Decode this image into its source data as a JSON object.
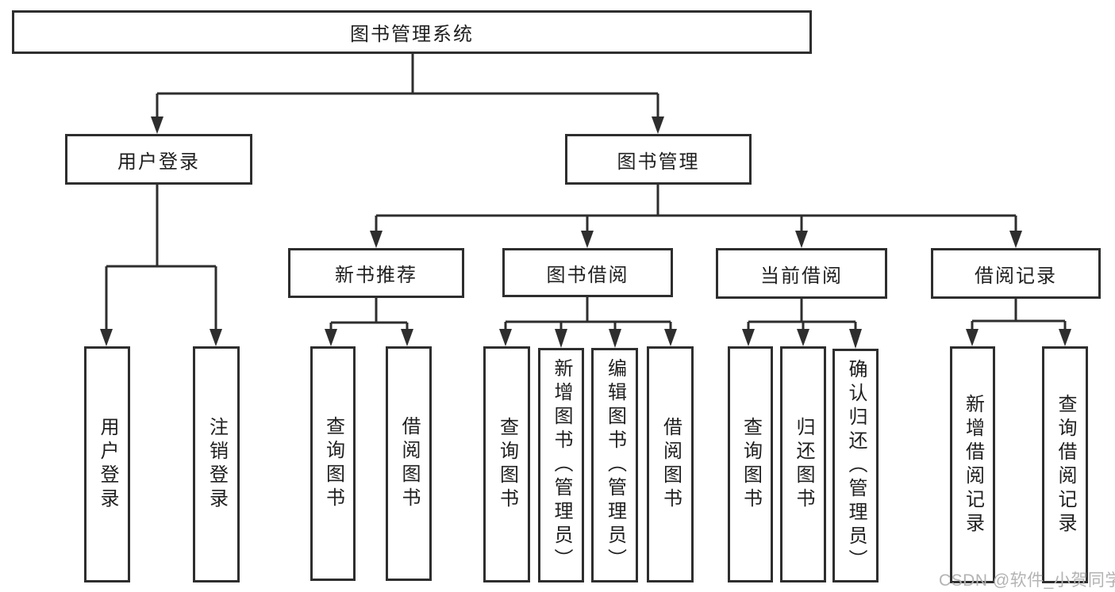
{
  "diagram": {
    "root": "图书管理系统",
    "branches": [
      {
        "label": "用户登录",
        "children": [
          "用户登录",
          "注销登录"
        ]
      },
      {
        "label": "图书管理",
        "children": [
          {
            "label": "新书推荐",
            "children": [
              "查询图书",
              "借阅图书"
            ]
          },
          {
            "label": "图书借阅",
            "children": [
              "查询图书",
              "新增图书（管理员）",
              "编辑图书（管理员）",
              "借阅图书"
            ]
          },
          {
            "label": "当前借阅",
            "children": [
              "查询图书",
              "归还图书",
              "确认归还（管理员）"
            ]
          },
          {
            "label": "借阅记录",
            "children": [
              "新增借阅记录",
              "查询借阅记录"
            ]
          }
        ]
      }
    ]
  },
  "watermark": "CSDN @软件_小贺同学",
  "colors": {
    "line": "#2e2e2e",
    "box_border": "#2e2e2e",
    "text": "#1f1f1f",
    "background": "#ffffff",
    "watermark": "#b3b3b3"
  }
}
